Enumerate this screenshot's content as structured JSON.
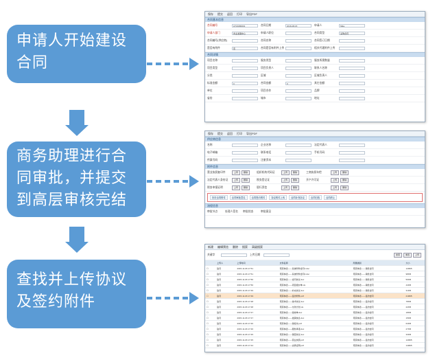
{
  "steps": [
    {
      "text": "申请人开始建设合同"
    },
    {
      "text": "商务助理进行合同审批，并提交到高层审核完结"
    },
    {
      "text": "查找并上传协议及签约附件"
    }
  ],
  "screen1": {
    "toolbar": [
      "保存",
      "提交",
      "返回",
      "打印",
      "导出PDF"
    ],
    "section_title": "合同基本信息",
    "section2_title": "合同详情",
    "fields": [
      [
        "合同编号",
        "HT16080001",
        "合同日期",
        "2016-08-15",
        "申请人",
        "Mike"
      ],
      [
        "申请人部门",
        "商业发展中心",
        "申请人职位",
        "",
        "合同类型",
        "采购合同"
      ],
      [
        "合同编号(供应商)",
        "",
        "合同名称",
        "",
        "合同签订日期",
        ""
      ],
      [
        "是否有附件",
        "否",
        "合同是否有附件上传",
        "",
        "相关代理附件上传",
        ""
      ],
      [
        "项目名称",
        "",
        "服务类型",
        "",
        "服务所需数量",
        ""
      ],
      [
        "项目类型",
        "",
        "项目负责人",
        "",
        "联系人名称",
        ""
      ],
      [
        "分类",
        "",
        "区域",
        "",
        "区域负责人",
        ""
      ],
      [
        "标准金额",
        "0",
        "合同金额",
        "0",
        "其它金额",
        ""
      ],
      [
        "单位",
        "",
        "项目合作",
        "",
        "品牌",
        ""
      ],
      [
        "省份",
        "",
        "城市",
        "",
        "地址",
        ""
      ]
    ]
  },
  "screen2": {
    "toolbar": [
      "保存",
      "提交",
      "返回",
      "打印",
      "导出PDF"
    ],
    "section_title": "供应商信息",
    "section2_title": "附件信息",
    "rows": [
      [
        "名称",
        "企业名称",
        "法定代表人"
      ],
      [
        "电子邮箱",
        "联系电话",
        "手机号码"
      ],
      [
        "传真号码",
        "注册资本",
        ""
      ]
    ],
    "att_rows": [
      [
        "营业执照复印件",
        "组织机构代码证",
        "工商执照年检"
      ],
      [
        "法定代表人身份证",
        "税务登记证",
        "开户许可证"
      ],
      [
        "税务申报证明",
        "银行资信",
        ""
      ]
    ],
    "upload": "上传",
    "delete": "删除",
    "tabs": [
      "历史合同附件",
      "合同审批意见",
      "合同签约附件",
      "协议附件上传",
      "合同补充协议",
      "合同归档",
      "合同终止"
    ],
    "flow_title": "流程信息",
    "flow_cols": [
      "审批节点",
      "处理人签名",
      "审批状态",
      "审批意见"
    ]
  },
  "screen3": {
    "toolbar": [
      "新建",
      "编辑预览",
      "删除",
      "搜索",
      "高级搜索"
    ],
    "search_label": "关键字",
    "date_label": "上传日期",
    "buttons": [
      "搜索",
      "重置",
      "上传"
    ],
    "columns": [
      "上传人",
      "上传时间",
      "文件名称",
      "所属类别",
      "大小"
    ],
    "rows": [
      [
        "赵月",
        "2015-11-06 17:51",
        "南京林德——系统附件合同1.doc",
        "南京林德——销售合同",
        "120KB"
      ],
      [
        "赵月",
        "2015-11-06 17:51",
        "南京林德——系统附件合同2.doc",
        "南京林德——销售合同",
        "98KB"
      ],
      [
        "赵月",
        "2015-11-06 17:50",
        "南京林德——合同协议.doc",
        "南京林德——销售合同",
        "56KB"
      ],
      [
        "赵月",
        "2015-11-06 17:50",
        "南京林德——项目报价单.xls",
        "南京林德——销售合同",
        "44KB"
      ],
      [
        "赵月",
        "2015-11-06 17:49",
        "南京林德——补充协议.doc",
        "南京林德——销售合同",
        "31KB"
      ],
      [
        "赵月",
        "2015-11-06 17:49",
        "南京林德——签约附件.pdf",
        "南京林德——签约合同",
        "210KB"
      ],
      [
        "赵月",
        "2015-11-06 17:48",
        "南京林德——技术协议.doc",
        "南京林德——签约合同",
        "78KB"
      ],
      [
        "赵月",
        "2015-11-06 17:48",
        "南京林德——付款计划.xls",
        "南京林德——签约合同",
        "22KB"
      ],
      [
        "赵月",
        "2015-11-06 17:47",
        "南京林德——验收单.doc",
        "南京林德——签约合同",
        "18KB"
      ],
      [
        "赵月",
        "2015-11-06 17:47",
        "南京林德——发票信息.doc",
        "南京林德——签约合同",
        "15KB"
      ],
      [
        "赵月",
        "2015-11-06 17:46",
        "南京林德——授权书.pdf",
        "南京林德——签约合同",
        "64KB"
      ],
      [
        "赵月",
        "2015-11-06 17:46",
        "南京林德——服务承诺.doc",
        "南京林德——签约合同",
        "27KB"
      ],
      [
        "赵月",
        "2015-11-06 17:45",
        "南京林德——保密协议.doc",
        "南京林德——签约合同",
        "33KB"
      ],
      [
        "赵月",
        "2015-11-06 17:45",
        "南京林德——营业执照.pdf",
        "南京林德——签约合同",
        "120KB"
      ],
      [
        "赵月",
        "2015-11-06 17:44",
        "南京林德——资质证明.pdf",
        "南京林德——签约合同",
        "140KB"
      ]
    ],
    "highlight_row": 5
  },
  "colors": {
    "accent": "#5b9bd5"
  }
}
